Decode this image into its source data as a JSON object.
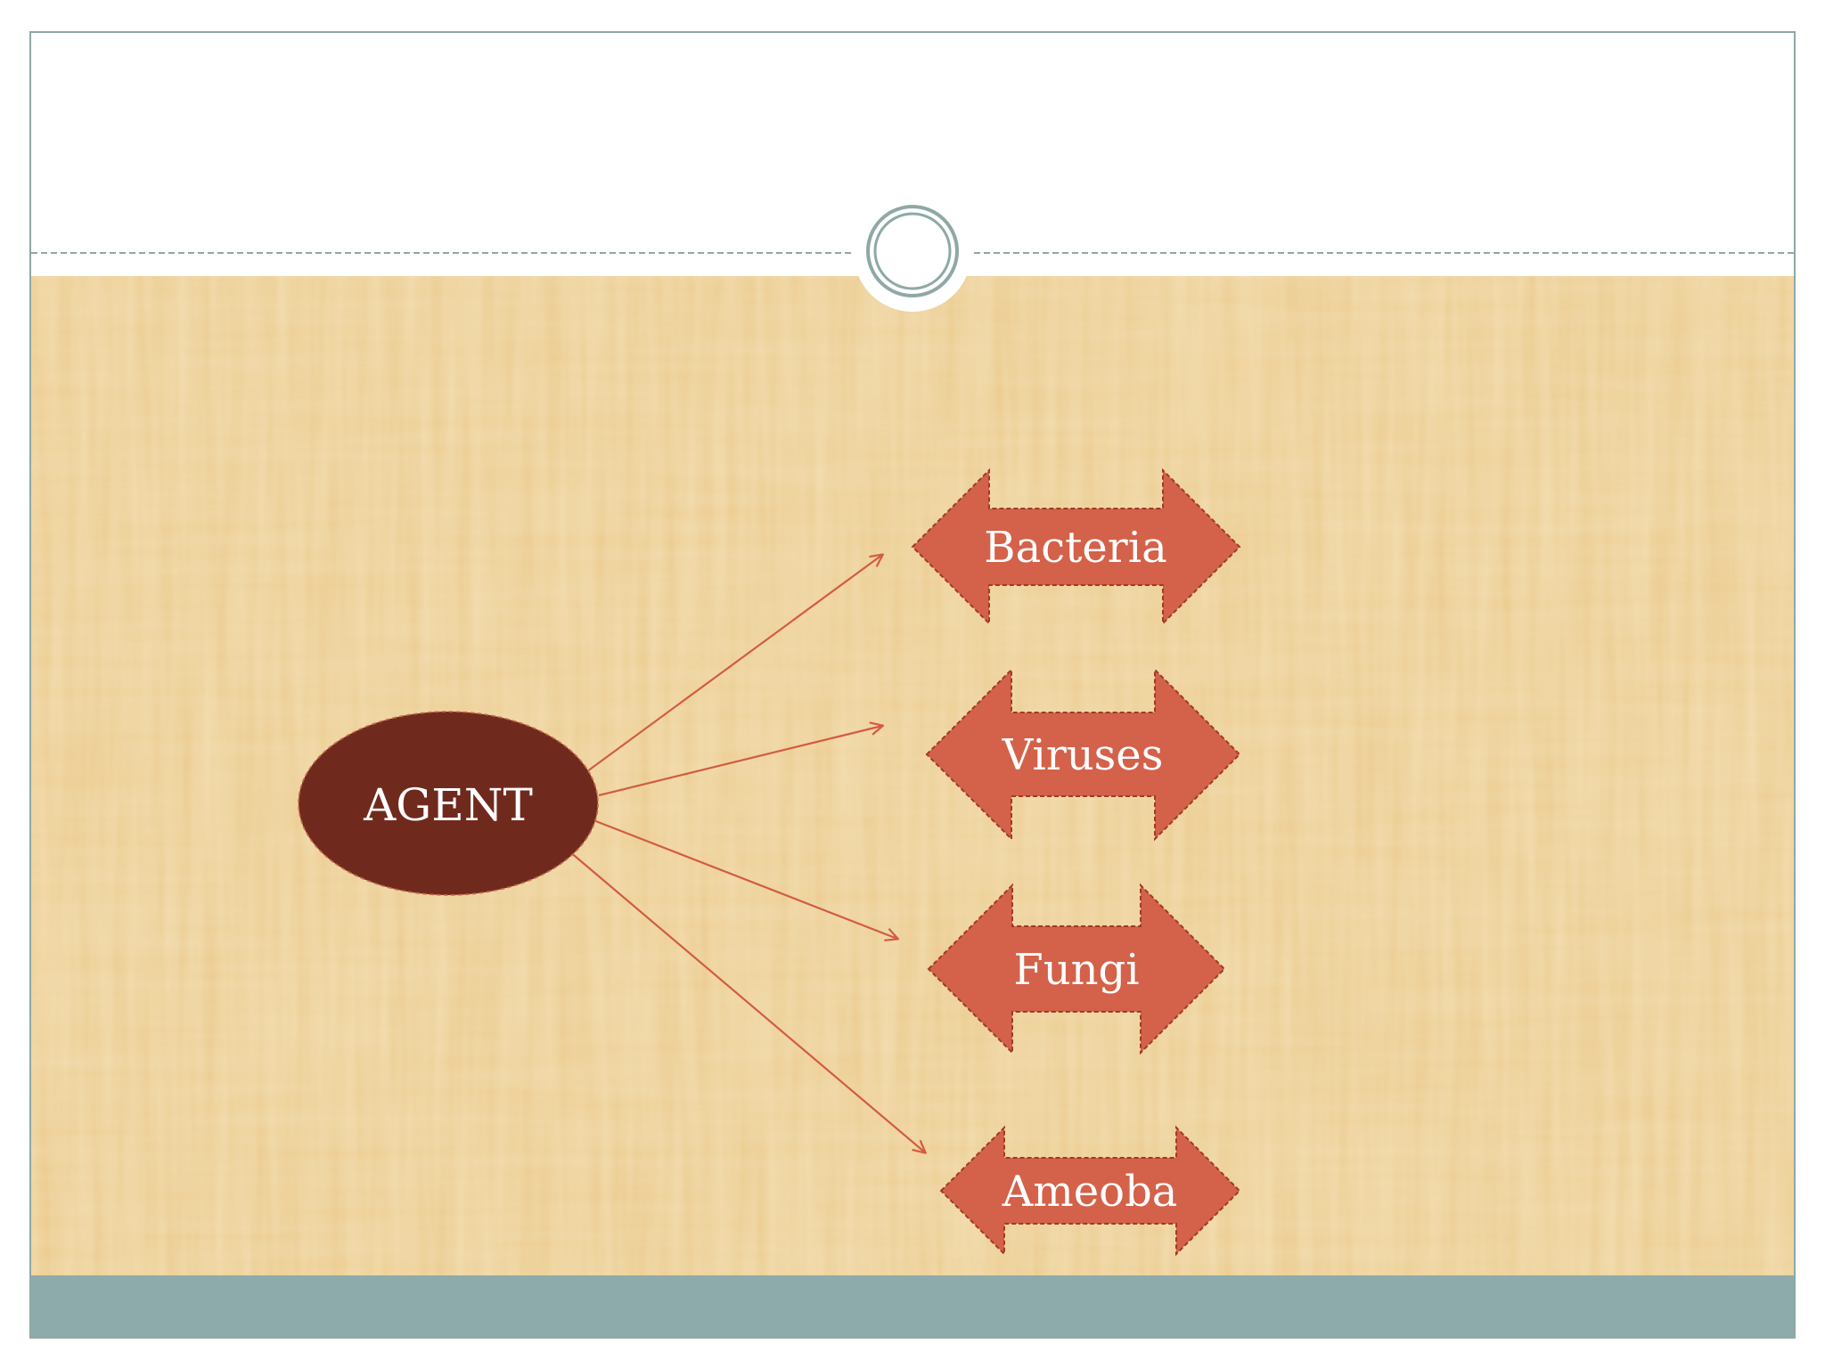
{
  "slide": {
    "title": "",
    "colors": {
      "frame_border": "#8fa8a6",
      "title_area": "#ffffff",
      "parchment_base": "#ebc98a",
      "parchment_light": "#f3dcaa",
      "parchment_dark": "#dcb574",
      "footer_bar": "#8eabab",
      "divider": "#8fa8a6"
    }
  },
  "diagram": {
    "center": {
      "label": "AGENT",
      "color": "#702a1d"
    },
    "arrow_color": "#d35b43",
    "targets": [
      {
        "label": "Bacteria",
        "color": "#d46149"
      },
      {
        "label": "Viruses",
        "color": "#d46149"
      },
      {
        "label": "Fungi",
        "color": "#d46149"
      },
      {
        "label": "Ameoba",
        "color": "#d46149"
      }
    ]
  }
}
